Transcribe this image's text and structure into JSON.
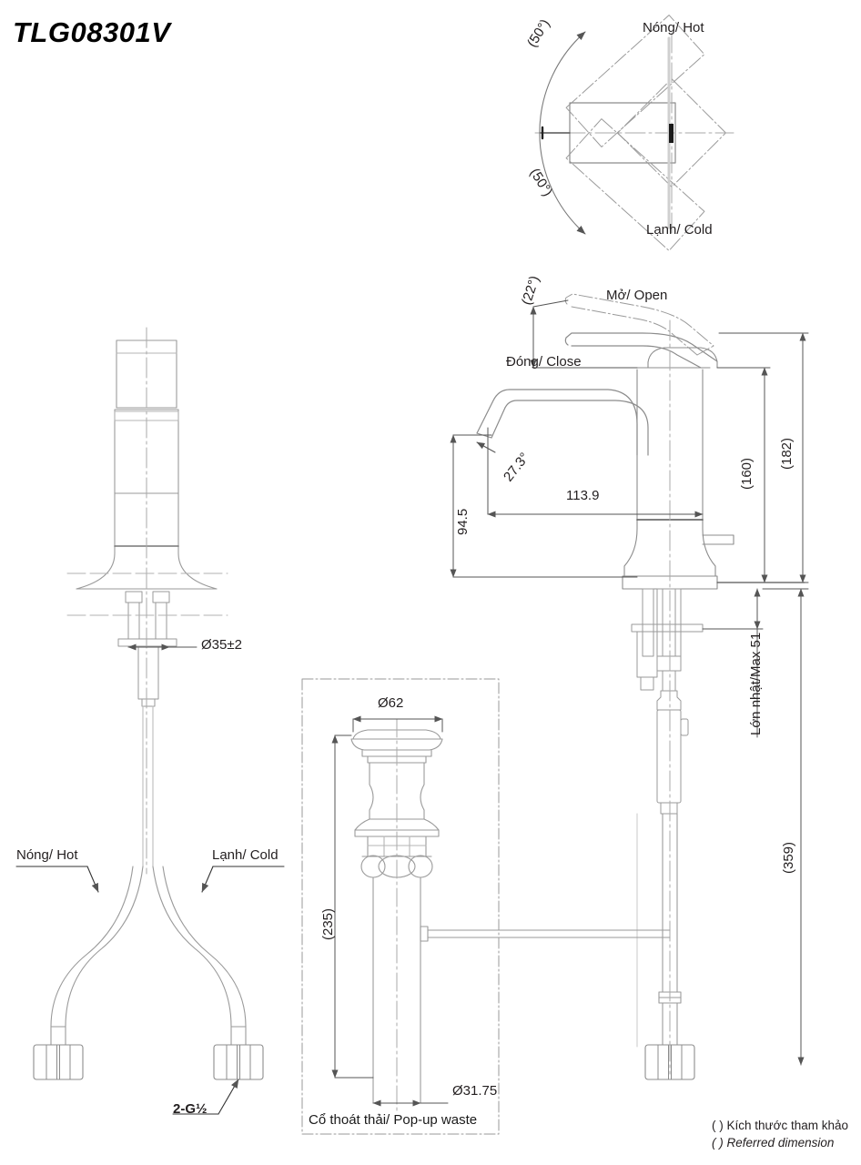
{
  "document": {
    "title": "TLG08301V",
    "type": "technical-dimension-drawing",
    "product": "single-lever lavatory faucet"
  },
  "footnote": {
    "line1": "( ) Kích thước tham khảo",
    "line2": "( ) Referred dimension"
  },
  "top_view": {
    "label_hot": "Nóng/ Hot",
    "label_cold": "Lạnh/ Cold",
    "swing_angle_upper": "(50°)",
    "swing_angle_lower": "(50°)"
  },
  "side_view": {
    "label_open": "Mở/ Open",
    "label_close": "Đóng/ Close",
    "lever_angle": "(22°)",
    "spout_angle": "27.3°",
    "spout_reach": "113.9",
    "spout_height": "94.5",
    "height_to_lever_base": "(160)",
    "overall_height": "(182)",
    "max_deck_thickness": "Lớn nhật/Max 51",
    "overall_depth_below": "(359)"
  },
  "front_view": {
    "shank_diameter": "Ø35±2",
    "label_hot": "Nóng/ Hot",
    "label_cold": "Lạnh/ Cold",
    "supply_thread": "2-G½"
  },
  "popup_detail": {
    "caption": "Cổ thoát thải/ Pop-up waste",
    "flange_diameter": "Ø62",
    "total_length": "(235)",
    "tailpiece_diameter": "Ø31.75"
  },
  "colors": {
    "line": "#8c8c8c",
    "line_dark": "#555555",
    "text": "#231f20",
    "background": "#ffffff"
  }
}
